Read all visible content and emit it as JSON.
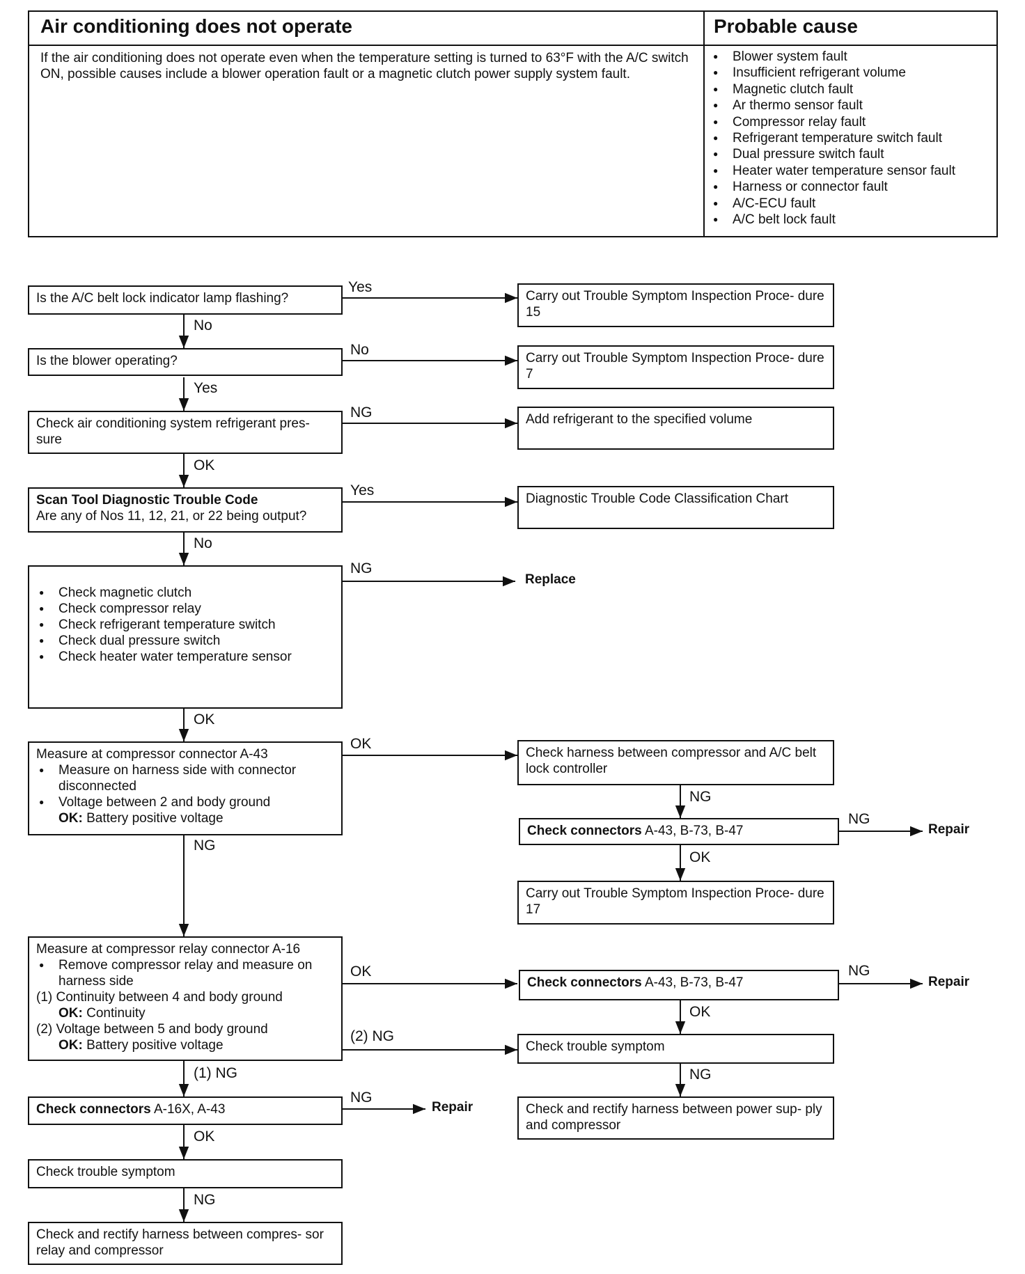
{
  "header": {
    "title": "Air conditioning does not operate",
    "description": "If the air conditioning does not operate even when the temperature setting is turned to 63°F with the A/C switch ON, possible causes include a blower operation fault or a magnetic clutch power supply system fault.",
    "probable_cause_title": "Probable cause",
    "causes": [
      "Blower system fault",
      "Insufficient refrigerant volume",
      "Magnetic clutch fault",
      "Ar thermo sensor fault",
      "Compressor relay fault",
      "Refrigerant temperature switch fault",
      "Dual pressure switch fault",
      "Heater water temperature sensor fault",
      "Harness or connector fault",
      "A/C-ECU fault",
      "A/C belt lock fault"
    ]
  },
  "flow": {
    "q1": "Is the A/C belt lock indicator lamp flashing?",
    "r1": "Carry out Trouble Symptom Inspection Proce- dure 15",
    "q2": "Is the blower operating?",
    "r2": "Carry out Trouble Symptom Inspection Proce- dure 7",
    "q3": "Check air conditioning system refrigerant pres- sure",
    "r3": "Add refrigerant to the specified volume",
    "q4_bold": "Scan Tool Diagnostic Trouble Code",
    "q4": "Are any of Nos 11, 12, 21, or 22 being output?",
    "r4": "Diagnostic Trouble Code Classification Chart",
    "checks": [
      "Check magnetic clutch",
      "Check compressor relay",
      "Check refrigerant temperature switch",
      "Check dual pressure switch",
      "Check heater water temperature sensor"
    ],
    "replace": "Replace",
    "m1_title": "Measure at compressor connector A-43",
    "m1_items": [
      "Measure on harness side with connector disconnected",
      "Voltage between 2 and body ground"
    ],
    "m1_ok_label": "OK:",
    "m1_ok": "Battery positive voltage",
    "h1": "Check harness between compressor and A/C belt lock controller",
    "c1_bold": "Check connectors",
    "c1": "A-43, B-73, B-47",
    "repair": "Repair",
    "r17": "Carry out Trouble Symptom Inspection Proce- dure 17",
    "m2_title": "Measure at compressor relay connector A-16",
    "m2_item": "Remove compressor relay and measure on harness side",
    "m2_s1": "(1) Continuity between 4 and body ground",
    "m2_s1_ok_label": "OK:",
    "m2_s1_ok": "Continuity",
    "m2_s2": "(2) Voltage between 5 and body ground",
    "m2_s2_ok_label": "OK:",
    "m2_s2_ok": "Battery positive voltage",
    "c2_bold": "Check connectors",
    "c2": "A-43, B-73, B-47",
    "ts1": "Check trouble symptom",
    "h2": "Check and rectify harness between power sup- ply and compressor",
    "c3_bold": "Check connectors",
    "c3": "A-16X, A-43",
    "ts2": "Check trouble symptom",
    "h3": "Check and rectify harness between compres- sor relay and compressor"
  },
  "labels": {
    "yes": "Yes",
    "no": "No",
    "ok": "OK",
    "ng": "NG",
    "ng2": "(2) NG",
    "ng1": "(1) NG"
  }
}
